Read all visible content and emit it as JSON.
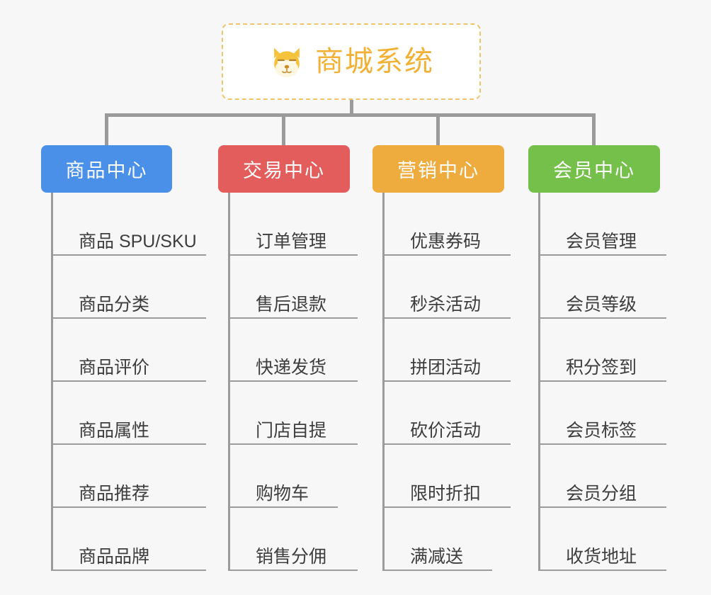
{
  "background_color": "#f7f7f7",
  "root": {
    "title": "商城系统",
    "icon": "shiba-dog-icon",
    "border_color": "#f0c36d",
    "text_color": "#f2b134",
    "background_color": "#ffffff"
  },
  "connector_color": "#9b9b9b",
  "columns": [
    {
      "title": "商品中心",
      "color": "#4a90e8",
      "items": [
        "商品 SPU/SKU",
        "商品分类",
        "商品评价",
        "商品属性",
        "商品推荐",
        "商品品牌"
      ]
    },
    {
      "title": "交易中心",
      "color": "#e35d5d",
      "items": [
        "订单管理",
        "售后退款",
        "快递发货",
        "门店自提",
        "购物车",
        "销售分佣"
      ]
    },
    {
      "title": "营销中心",
      "color": "#eeac3e",
      "items": [
        "优惠券码",
        "秒杀活动",
        "拼团活动",
        "砍价活动",
        "限时折扣",
        "满减送"
      ]
    },
    {
      "title": "会员中心",
      "color": "#74c04a",
      "items": [
        "会员管理",
        "会员等级",
        "积分签到",
        "会员标签",
        "会员分组",
        "收货地址"
      ]
    }
  ]
}
